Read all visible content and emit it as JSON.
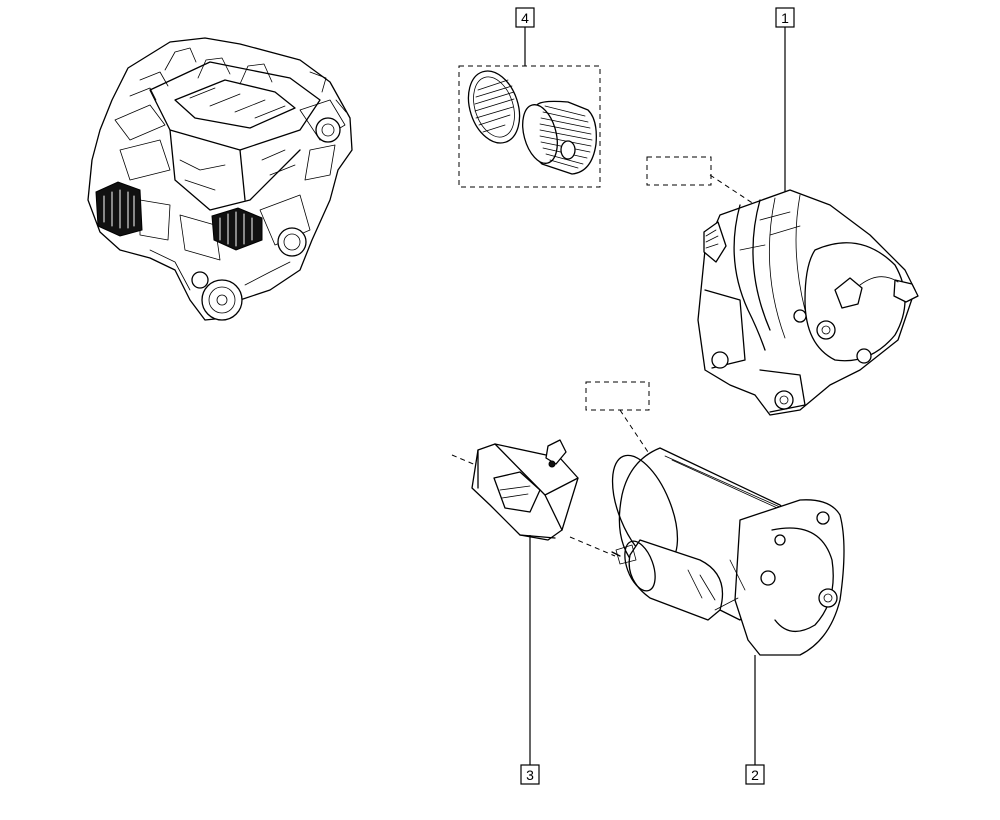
{
  "callouts": [
    {
      "id": "1",
      "label": "1",
      "part": "alternator"
    },
    {
      "id": "2",
      "label": "2",
      "part": "starter-motor"
    },
    {
      "id": "3",
      "label": "3",
      "part": "starter-heat-shield"
    },
    {
      "id": "4",
      "label": "4",
      "part": "alternator-pulley-kit"
    }
  ],
  "reference_boxes": [
    {
      "id": "alternator-ref",
      "label": ""
    },
    {
      "id": "starter-ref",
      "label": ""
    }
  ],
  "colors": {
    "line": "#000000",
    "background": "#ffffff"
  }
}
